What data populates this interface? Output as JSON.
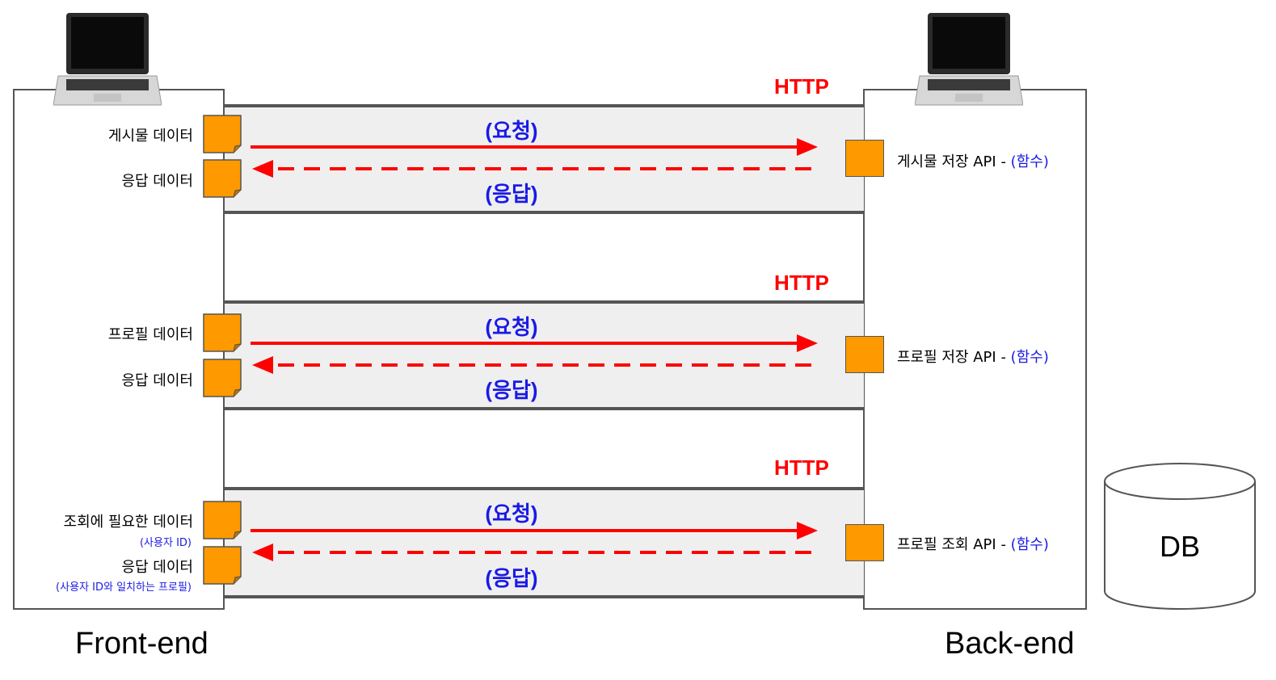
{
  "rows": [
    {
      "protocol": "HTTP",
      "request_label": "(요청)",
      "response_label": "(응답)",
      "frontend_request_label": "게시물 데이터",
      "frontend_request_sub": "",
      "frontend_response_label": "응답 데이터",
      "frontend_response_sub": "",
      "backend_api_name": "게시물 저장 API - ",
      "backend_api_suffix": "(함수)"
    },
    {
      "protocol": "HTTP",
      "request_label": "(요청)",
      "response_label": "(응답)",
      "frontend_request_label": "프로필 데이터",
      "frontend_request_sub": "",
      "frontend_response_label": "응답 데이터",
      "frontend_response_sub": "",
      "backend_api_name": "프로필 저장 API - ",
      "backend_api_suffix": "(함수)"
    },
    {
      "protocol": "HTTP",
      "request_label": "(요청)",
      "response_label": "(응답)",
      "frontend_request_label": "조회에 필요한 데이터",
      "frontend_request_sub": "(사용자 ID)",
      "frontend_response_label": "응답 데이터",
      "frontend_response_sub": "(사용자 ID와 일치하는 프로필)",
      "backend_api_name": "프로필 조회 API - ",
      "backend_api_suffix": "(함수)"
    }
  ],
  "frontend_caption": "Front-end",
  "backend_caption": "Back-end",
  "database_label": "DB",
  "colors": {
    "http": "#ff0000",
    "arrow": "#ff0000",
    "label_blue": "#1a1ae6",
    "square_fill": "#ff9900",
    "band_fill": "#efefef"
  },
  "icons": [
    "laptop-icon",
    "document-icon",
    "database-cylinder-icon"
  ]
}
